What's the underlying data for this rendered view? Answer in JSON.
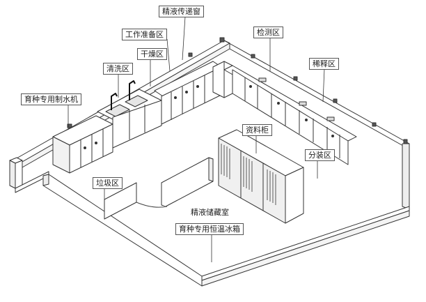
{
  "labels": {
    "pass_window": "精液传递窗",
    "work_prep": "工作准备区",
    "inspection": "检测区",
    "drying": "干燥区",
    "cleaning": "清洗区",
    "dilution": "稀释区",
    "water_machine": "育种专用制水机",
    "data_cabinet": "资料柜",
    "packing": "分装区",
    "waste": "垃圾区",
    "semen_storage": "精液储藏室",
    "fridge": "育种专用恒温冰箱"
  }
}
